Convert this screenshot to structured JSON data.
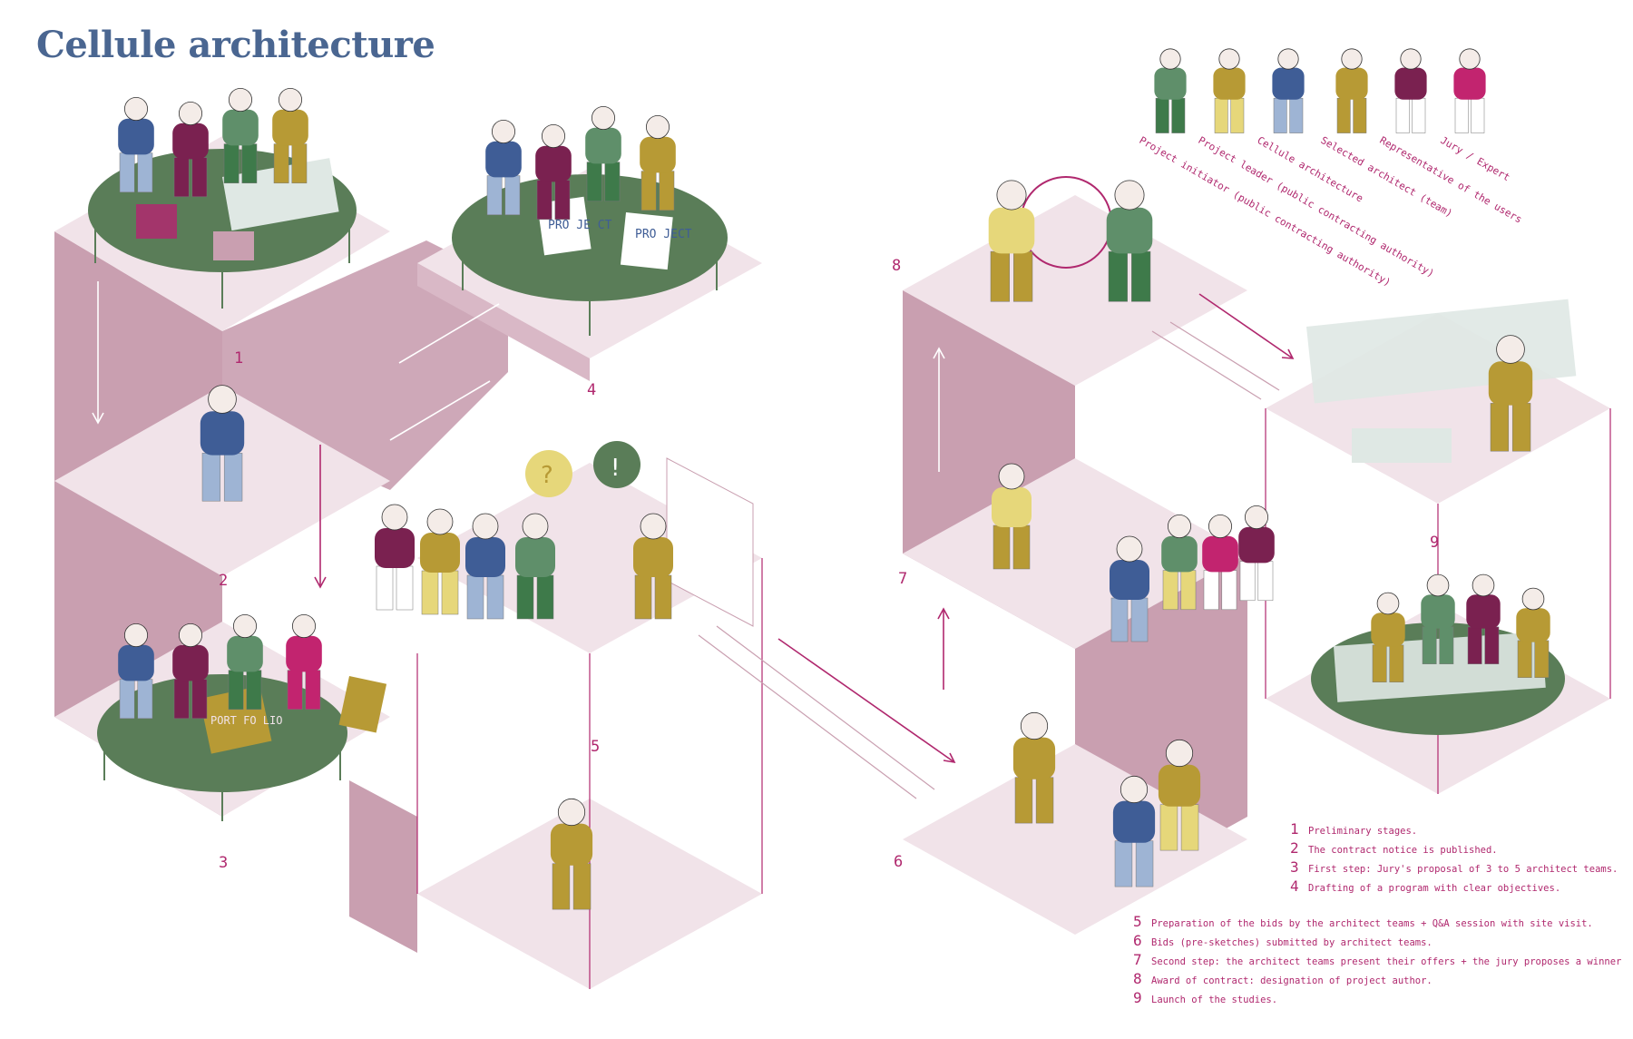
{
  "title": "Cellule architecture",
  "steps": [
    {
      "num": "1",
      "text": "Preliminary stages."
    },
    {
      "num": "2",
      "text": "The contract notice is published."
    },
    {
      "num": "3",
      "text": "First step: Jury's proposal of 3 to 5 architect teams."
    },
    {
      "num": "4",
      "text": "Drafting of a program with clear objectives."
    },
    {
      "num": "5",
      "text": "Preparation of the bids by the architect teams + Q&A session with site visit."
    },
    {
      "num": "6",
      "text": "Bids (pre-sketches) submitted by architect teams."
    },
    {
      "num": "7",
      "text": "Second step: the architect teams present their offers + the jury proposes a winner"
    },
    {
      "num": "8",
      "text": "Award of contract: designation of project author."
    },
    {
      "num": "9",
      "text": "Launch of the studies."
    }
  ],
  "key": [
    {
      "label": "Project initiator (public contracting authority)",
      "color": "#5f8f6a",
      "pants": "#3e7a4a"
    },
    {
      "label": "Project leader (public contracting authority)",
      "color": "#b79a35",
      "pants": "#e6d77a"
    },
    {
      "label": "Cellule architecture",
      "color": "#3f5d96",
      "pants": "#9eb4d4"
    },
    {
      "label": "Selected architect (team)",
      "color": "#b79a35",
      "pants": "#b79a35"
    },
    {
      "label": "Representative of the users",
      "color": "#7a2150",
      "pants": "#ffffff"
    },
    {
      "label": "Jury / Expert",
      "color": "#c2246f",
      "pants": "#ffffff"
    }
  ],
  "props": {
    "project_sign_1": "PRO JE CT",
    "project_sign_2": "PRO JECT",
    "portfolio": "PORT FO LIO",
    "question_mark": "?",
    "exclamation_mark": "!"
  },
  "colors": {
    "pink_wall": "#c99fb0",
    "pink_floor": "#f1e3e9",
    "table_green": "#5a7d58",
    "accent": "#b0286e",
    "title": "#4a6691"
  }
}
